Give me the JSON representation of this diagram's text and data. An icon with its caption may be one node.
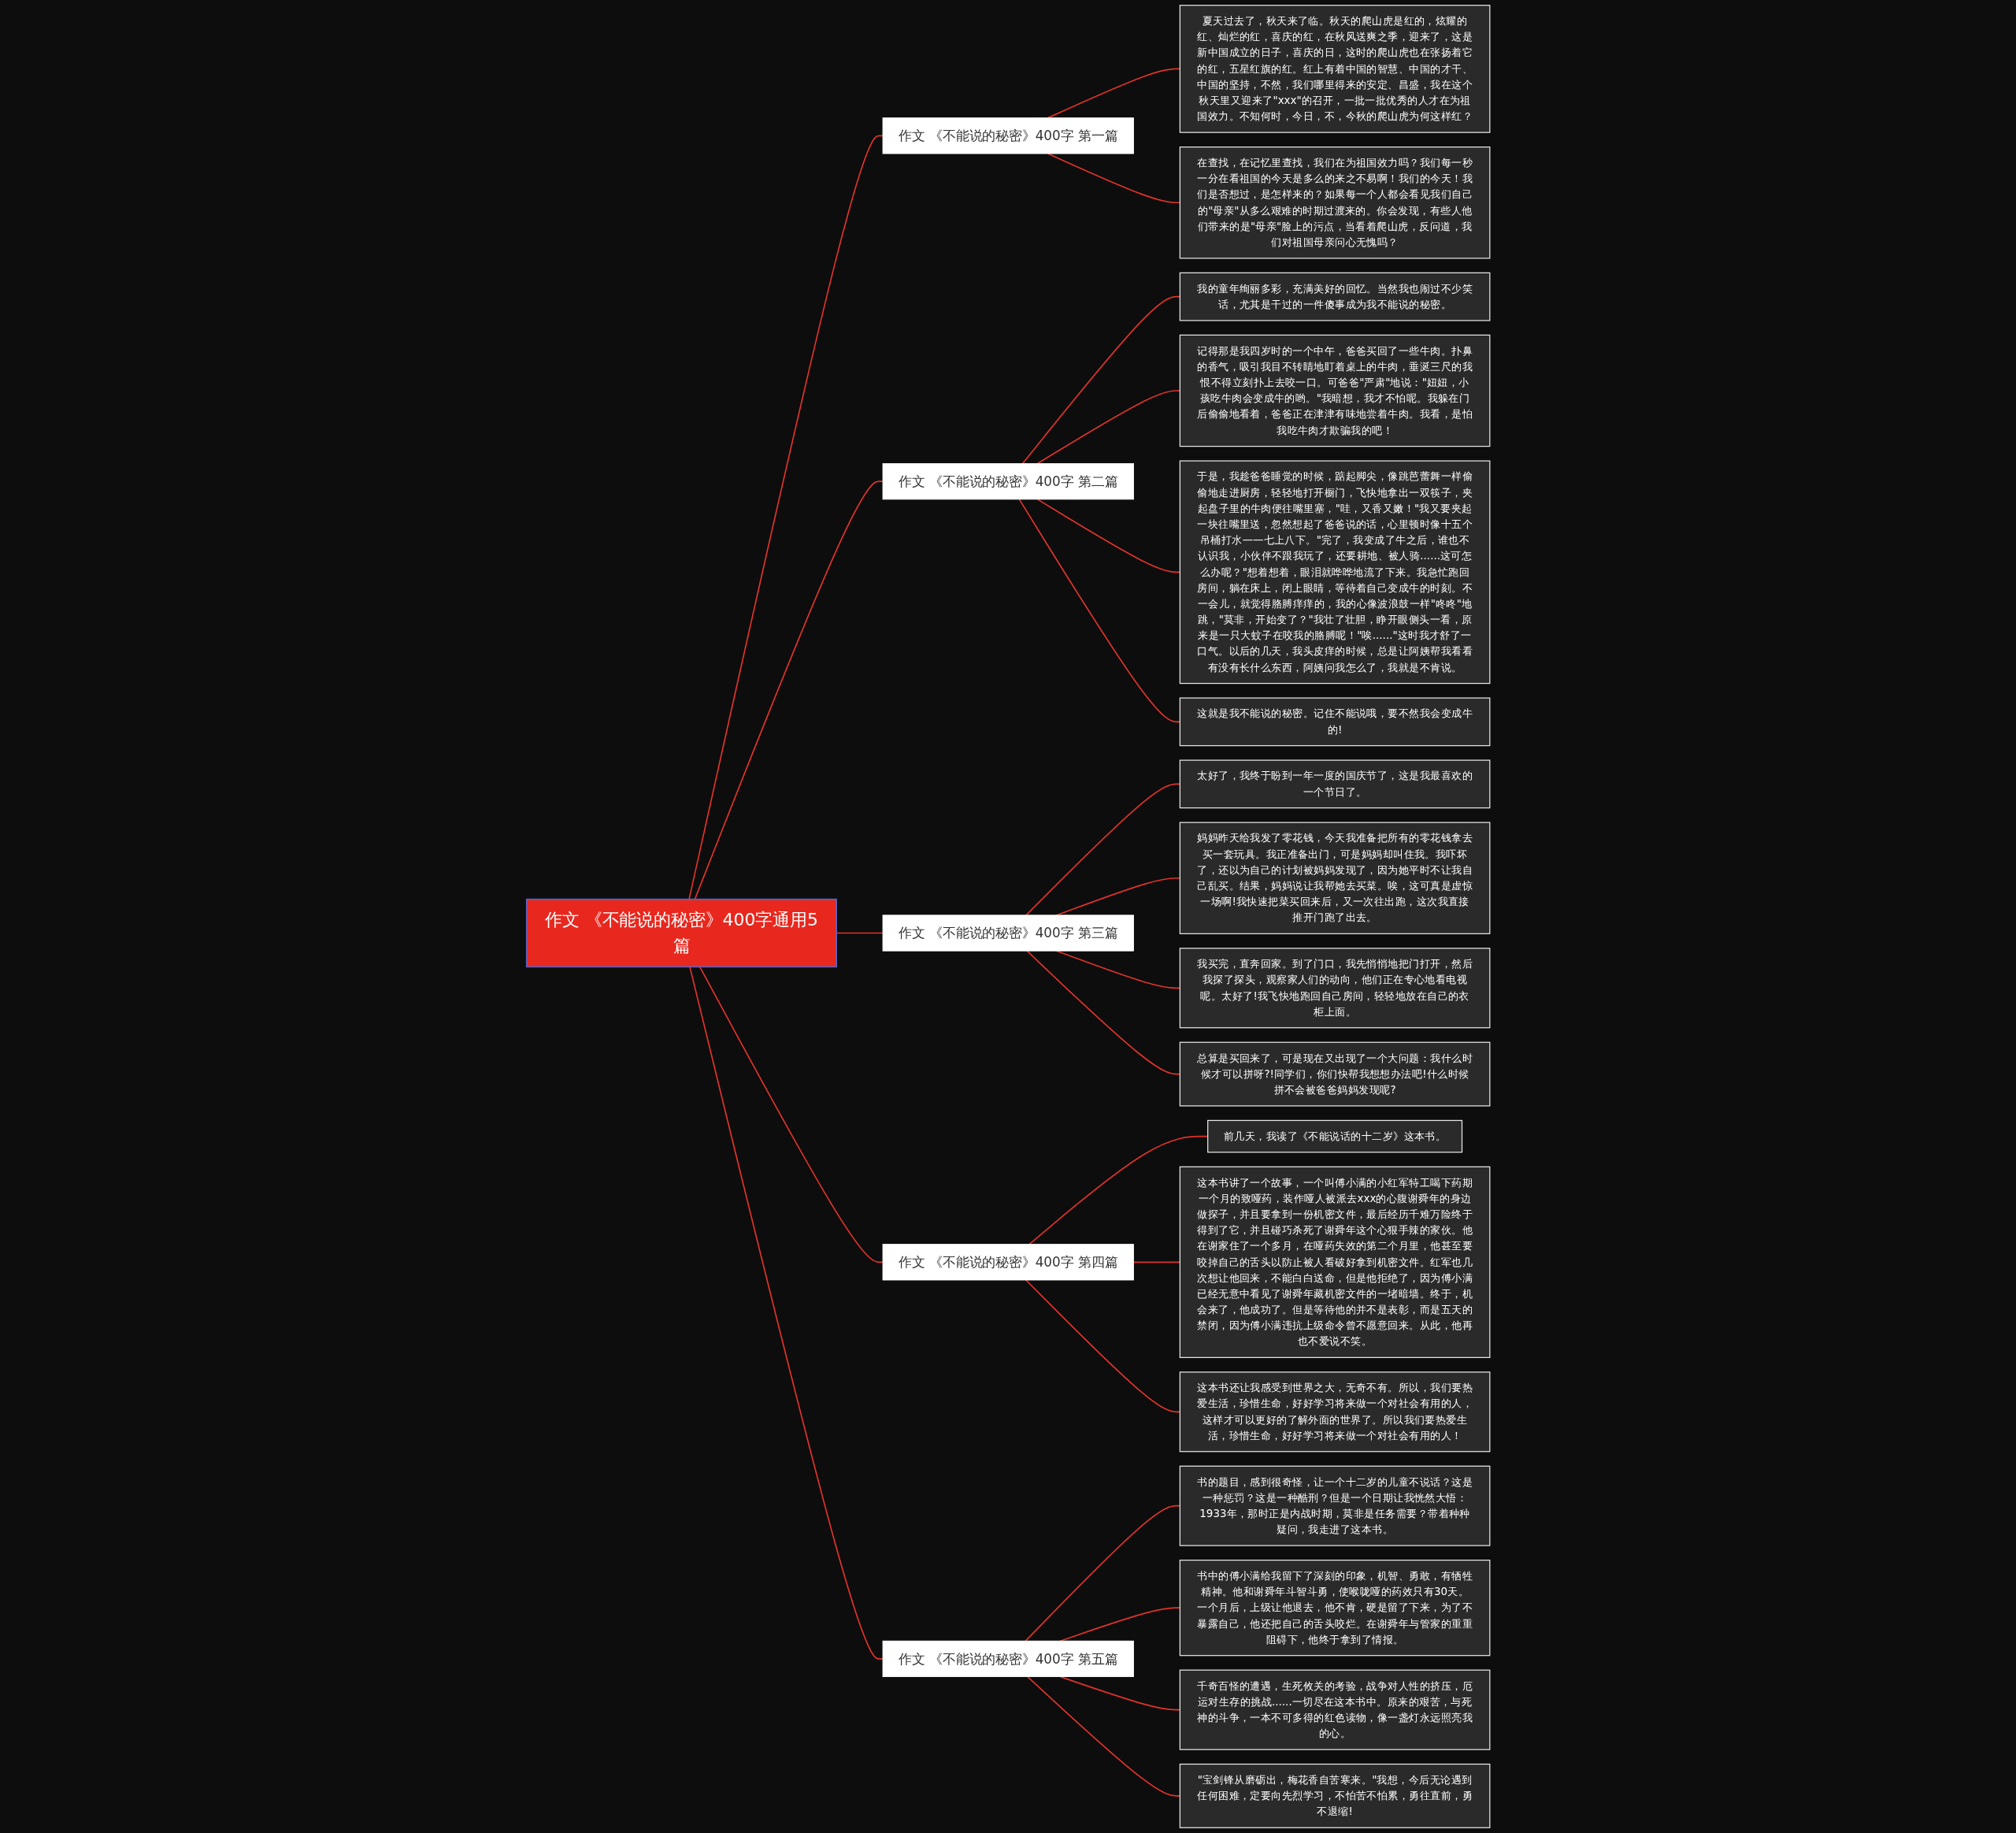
{
  "diagram": {
    "nodes": [
      {
        "text": [
          "作文 《不能说的秘密》400字通用5篇"
        ]
      },
      {
        "text": [
          "作文 《不能说的秘密》400字 第一篇"
        ]
      },
      {
        "text": [
          "夏天过去了，秋天来了临。秋天的爬山虎是红的，炫耀的红、灿烂的红，喜庆的红，在秋风送爽之季，迎来了，这是新中国成立的日子，喜庆的日，这时的爬山虎也在张扬着它的红，五星红旗的红。红上有着中国的智慧、中国的才干、中国的坚持，不然，我们哪里得来的安定、昌盛，我在这个秋天里又迎来了\"xxx\"的召开，一批一批优秀的人才在为祖国效力。不知何时，今日，不，今秋的爬山虎为何这样红？"
        ]
      },
      {
        "text": [
          "在查找，在记忆里查找，我们在为祖国效力吗？我们每一秒一分在看祖国的今天是多么的来之不易啊！我们的今天！我们是否想过，是怎样来的？如果每一个人都会看见我们自己的\"母亲\"从多么艰难的时期过渡来的。你会发现，有些人他们带来的是\"母亲\"脸上的污点，当看着爬山虎，反问道，我们对祖国母亲问心无愧吗？"
        ]
      },
      {
        "text": [
          "作文 《不能说的秘密》400字 第二篇"
        ]
      },
      {
        "text": [
          "我的童年绚丽多彩，充满美好的回忆。当然我也闹过不少笑话，尤其是干过的一件傻事成为我不能说的秘密。"
        ]
      },
      {
        "text": [
          "记得那是我四岁时的一个中午，爸爸买回了一些牛肉。扑鼻的香气，吸引我目不转睛地盯着桌上的牛肉，垂涎三尺的我恨不得立刻扑上去咬一口。可爸爸\"严肃\"地说：\"妞妞，小孩吃牛肉会变成牛的哟。\"我暗想，我才不怕呢。我躲在门后偷偷地看着，爸爸正在津津有味地尝着牛肉。我看，是怕我吃牛肉才欺骗我的吧！"
        ]
      },
      {
        "text": [
          "于是，我趁爸爸睡觉的时候，踮起脚尖，像跳芭蕾舞一样偷偷地走进厨房，轻轻地打开橱门，飞快地拿出一双筷子，夹起盘子里的牛肉便往嘴里塞，\"哇，又香又嫩！\"我又要夹起一块往嘴里送，忽然想起了爸爸说的话，心里顿时像十五个吊桶打水——七上八下。\"完了，我变成了牛之后，谁也不认识我，小伙伴不跟我玩了，还要耕地、被人骑......这可怎么办呢？\"想着想着，眼泪就哗哗地流了下来。我急忙跑回房间，躺在床上，闭上眼睛，等待着自己变成牛的时刻。不一会儿，就觉得胳膊痒痒的，我的心像波浪鼓一样\"咚咚\"地跳，\"莫非，开始变了？\"我壮了壮胆，睁开眼侧头一看，原来是一只大蚊子在咬我的胳膊呢！\"唉......\"这时我才舒了一口气。以后的几天，我头皮痒的时候，总是让阿姨帮我看看有没有长什么东西，阿姨问我怎么了，我就是不肯说。"
        ]
      },
      {
        "text": [
          "这就是我不能说的秘密。记住不能说哦，要不然我会变成牛的!"
        ]
      },
      {
        "text": [
          "作文 《不能说的秘密》400字 第三篇"
        ]
      },
      {
        "text": [
          "太好了，我终于盼到一年一度的国庆节了，这是我最喜欢的一个节日了。"
        ]
      },
      {
        "text": [
          "妈妈昨天给我发了零花钱，今天我准备把所有的零花钱拿去买一套玩具。我正准备出门，可是妈妈却叫住我。我吓坏了，还以为自己的计划被妈妈发现了，因为她平时不让我自己乱买。结果，妈妈说让我帮她去买菜。唉，这可真是虚惊一场啊!我快速把菜买回来后，又一次往出跑，这次我直接推开门跑了出去。"
        ]
      },
      {
        "text": [
          "我买完，直奔回家。到了门口，我先悄悄地把门打开，然后我探了探头，观察家人们的动向，他们正在专心地看电视呢。太好了!我飞快地跑回自己房间，轻轻地放在自己的衣柜上面。"
        ]
      },
      {
        "text": [
          "总算是买回来了，可是现在又出现了一个大问题：我什么时候才可以拼呀?!同学们，你们快帮我想想办法吧!什么时候拼不会被爸爸妈妈发现呢?"
        ]
      },
      {
        "text": [
          "作文 《不能说的秘密》400字 第四篇"
        ]
      },
      {
        "text": [
          "前几天，我读了《不能说话的十二岁》这本书。"
        ]
      },
      {
        "text": [
          "这本书讲了一个故事，一个叫傅小满的小红军特工喝下药期一个月的致哑药，装作哑人被派去xxx的心腹谢舜年的身边做探子，并且要拿到一份机密文件，最后经历千难万险终于得到了它，并且碰巧杀死了谢舜年这个心狠手辣的家伙。他在谢家住了一个多月，在哑药失效的第二个月里，他甚至要咬掉自己的舌头以防止被人看破好拿到机密文件。红军也几次想让他回来，不能白白送命，但是他拒绝了，因为傅小满已经无意中看见了谢舜年藏机密文件的一堵暗墙。终于，机会来了，他成功了。但是等待他的并不是表彰，而是五天的禁闭，因为傅小满违抗上级命令曾不愿意回来。从此，他再也不爱说不笑。"
        ]
      },
      {
        "text": [
          "这本书还让我感受到世界之大，无奇不有。所以，我们要热爱生活，珍惜生命，好好学习将来做一个对社会有用的人，这样才可以更好的了解外面的世界了。所以我们要热爱生活，珍惜生命，好好学习将来做一个对社会有用的人！"
        ]
      },
      {
        "text": [
          "作文 《不能说的秘密》400字 第五篇"
        ]
      },
      {
        "text": [
          "书的题目，感到很奇怪，让一个十二岁的儿童不说话？这是一种惩罚？这是一种酷刑？但是一个日期让我恍然大悟：1933年，那时正是内战时期，莫非是任务需要？带着种种疑问，我走进了这本书。"
        ]
      },
      {
        "text": [
          "书中的傅小满给我留下了深刻的印象，机智、勇敢，有牺牲精神。他和谢舜年斗智斗勇，使喉咙哑的药效只有30天。一个月后，上级让他退去，他不肯，硬是留了下来，为了不暴露自己，他还把自己的舌头咬烂。在谢舜年与管家的重重阻碍下，他终于拿到了情报。"
        ]
      },
      {
        "text": [
          "千奇百怪的遭遇，生死攸关的考验，战争对人性的挤压，厄运对生存的挑战......一切尽在这本书中。原来的艰苦，与死神的斗争，一本不可多得的红色读物，像一盏灯永远照亮我的心。"
        ]
      },
      {
        "text": [
          "\"宝剑锋从磨砺出，梅花香自苦寒来。\"我想，今后无论遇到任何困难，定要向先烈学习，不怕苦不怕累，勇往直前，勇不退缩!"
        ]
      }
    ],
    "edges": [
      {
        "from": 0,
        "to": 1,
        "arrow": "none"
      },
      {
        "from": 1,
        "to": 2,
        "arrow": "none"
      },
      {
        "from": 1,
        "to": 3,
        "arrow": "none"
      },
      {
        "from": 0,
        "to": 4,
        "arrow": "none"
      },
      {
        "from": 4,
        "to": 5,
        "arrow": "none"
      },
      {
        "from": 4,
        "to": 6,
        "arrow": "none"
      },
      {
        "from": 4,
        "to": 7,
        "arrow": "none"
      },
      {
        "from": 4,
        "to": 8,
        "arrow": "none"
      },
      {
        "from": 0,
        "to": 9,
        "arrow": "none"
      },
      {
        "from": 9,
        "to": 10,
        "arrow": "none"
      },
      {
        "from": 9,
        "to": 11,
        "arrow": "none"
      },
      {
        "from": 9,
        "to": 12,
        "arrow": "none"
      },
      {
        "from": 9,
        "to": 13,
        "arrow": "none"
      },
      {
        "from": 0,
        "to": 14,
        "arrow": "none"
      },
      {
        "from": 14,
        "to": 15,
        "arrow": "none"
      },
      {
        "from": 14,
        "to": 16,
        "arrow": "none"
      },
      {
        "from": 14,
        "to": 17,
        "arrow": "none"
      },
      {
        "from": 0,
        "to": 18,
        "arrow": "none"
      },
      {
        "from": 18,
        "to": 19,
        "arrow": "none"
      },
      {
        "from": 18,
        "to": 20,
        "arrow": "none"
      },
      {
        "from": 18,
        "to": 21,
        "arrow": "none"
      },
      {
        "from": 18,
        "to": 22,
        "arrow": "none"
      }
    ]
  }
}
